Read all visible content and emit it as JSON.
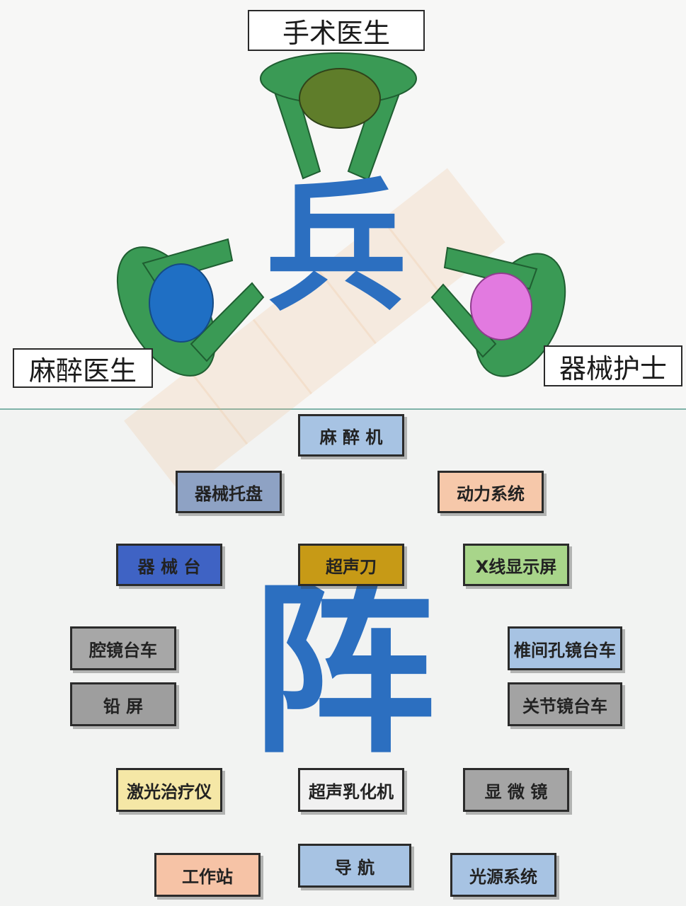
{
  "top": {
    "big_char": "兵",
    "roles": {
      "surgeon": "手术医生",
      "anesthesiologist": "麻醉医生",
      "scrub_nurse": "器械护士"
    },
    "colors": {
      "green": "#3a9a55",
      "surgeon_head": "#5f7d2a",
      "anesthesiologist_head": "#1f6fc4",
      "nurse_head": "#e27ae0",
      "char_blue": "#2c6fc0"
    }
  },
  "bottom": {
    "big_char": "阵",
    "equipment": [
      {
        "id": "anesthesia-machine",
        "label": "麻 醉 机",
        "color": "#a7c3e3"
      },
      {
        "id": "instrument-tray",
        "label": "器械托盘",
        "color": "#8ea2c4"
      },
      {
        "id": "power-system",
        "label": "动力系统",
        "color": "#f6c8aa"
      },
      {
        "id": "instrument-table",
        "label": "器 械 台",
        "color": "#3f63c4"
      },
      {
        "id": "ultrasonic-knife",
        "label": "超声刀",
        "color": "#c79a16"
      },
      {
        "id": "xray-screen",
        "label": "X线显示屏",
        "color": "#a8d58a"
      },
      {
        "id": "laparoscope-cart",
        "label": "腔镜台车",
        "color": "#a7a7a7"
      },
      {
        "id": "lead-screen",
        "label": "铅  屏",
        "color": "#9e9e9e"
      },
      {
        "id": "spinal-scope-cart",
        "label": "椎间孔镜台车",
        "color": "#a7c3e3"
      },
      {
        "id": "arthroscope-cart",
        "label": "关节镜台车",
        "color": "#a3a3a3"
      },
      {
        "id": "laser-device",
        "label": "激光治疗仪",
        "color": "#f5e7a6"
      },
      {
        "id": "phaco-machine",
        "label": "超声乳化机",
        "color": "#f1f1f1"
      },
      {
        "id": "microscope",
        "label": "显 微 镜",
        "color": "#a5a5a5"
      },
      {
        "id": "work-station",
        "label": "工作站",
        "color": "#f6c3a6"
      },
      {
        "id": "navigation",
        "label": "导 航",
        "color": "#a7c3e3"
      },
      {
        "id": "light-source",
        "label": "光源系统",
        "color": "#a7c3e3"
      }
    ]
  }
}
